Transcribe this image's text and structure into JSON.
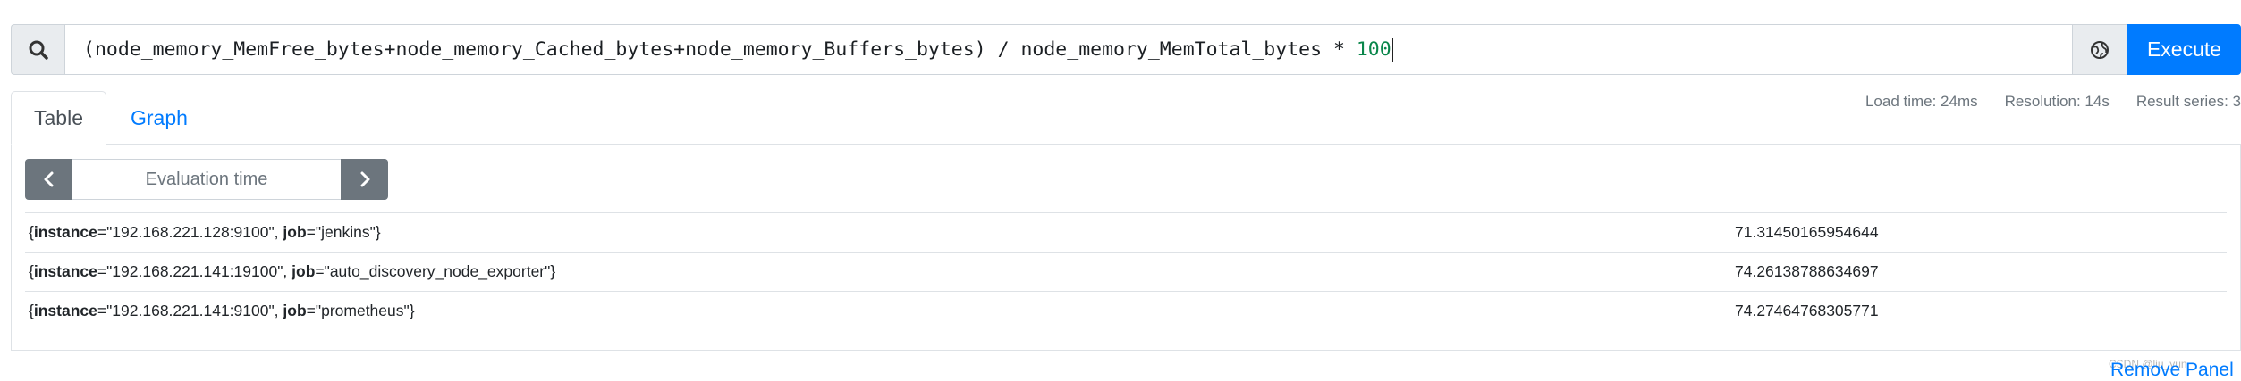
{
  "query": {
    "expression_prefix": "(node_memory_MemFree_bytes+node_memory_Cached_bytes+node_memory_Buffers_bytes) / node_memory_MemTotal_bytes * ",
    "expression_number": "100",
    "execute_label": "Execute"
  },
  "tabs": [
    {
      "label": "Table",
      "active": true
    },
    {
      "label": "Graph",
      "active": false
    }
  ],
  "stats": {
    "load_time": "Load time: 24ms",
    "resolution": "Resolution: 14s",
    "result_series": "Result series: 3"
  },
  "eval": {
    "placeholder": "Evaluation time"
  },
  "results": [
    {
      "instance": "192.168.221.128:9100",
      "job": "jenkins",
      "value": "71.31450165954644"
    },
    {
      "instance": "192.168.221.141:19100",
      "job": "auto_discovery_node_exporter",
      "value": "74.26138788634697"
    },
    {
      "instance": "192.168.221.141:9100",
      "job": "prometheus",
      "value": "74.27464768305771"
    }
  ],
  "remove_panel_label": "Remove Panel",
  "watermark": "CSDN @liu_yun",
  "icons": {
    "search": "search-icon",
    "metrics": "globe-icon",
    "prev": "chevron-left-icon",
    "next": "chevron-right-icon"
  },
  "colors": {
    "accent": "#007bff",
    "number": "#09864a",
    "muted": "#6c757d"
  }
}
